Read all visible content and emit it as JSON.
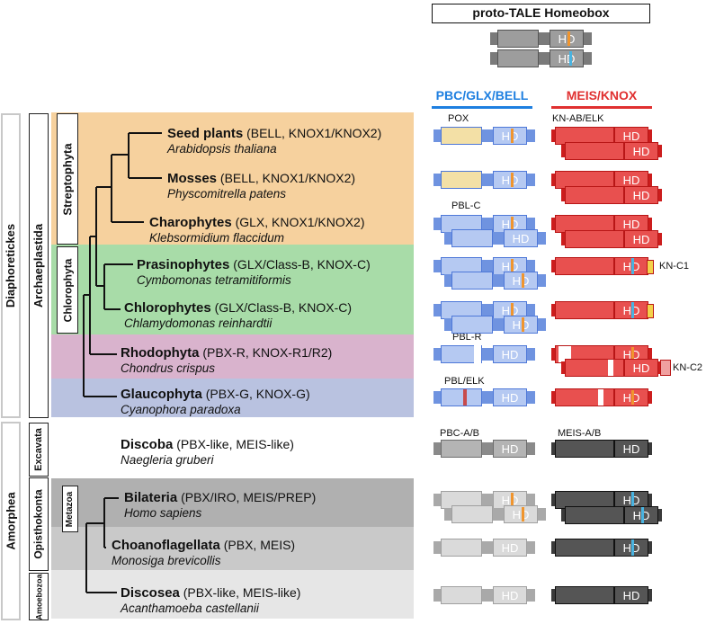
{
  "header": {
    "title": "proto-TALE Homeobox"
  },
  "columns": {
    "left": "PBC/GLX/BELL",
    "right": "MEIS/KNOX"
  },
  "colors": {
    "streptophyta": "#f6d19e",
    "chlorophyta": "#a8dca8",
    "rhodophyta": "#d9b3cd",
    "glaucophyta": "#b9c2e0",
    "bilateria": "#b0b0b0",
    "choano": "#c9c9c9",
    "discosea": "#e6e6e6",
    "pbc_blue": "#1e7fe0",
    "meis_red": "#e03030"
  },
  "supergroups": {
    "diaphoretickes": "Diaphoretickes",
    "amorphea": "Amorphea"
  },
  "groups": {
    "archaeplastida": "Archaeplastida",
    "excavata": "Excavata",
    "opisthokonta": "Opisthokonta",
    "amoebozoa": "Amoebozoa",
    "streptophyta": "Streptophyta",
    "chlorophyta": "Chlorophyta",
    "metazoa": "Metazoa"
  },
  "taxa": [
    {
      "name": "Seed plants",
      "genes": " (BELL, KNOX1/KNOX2)",
      "species": "Arabidopsis thaliana"
    },
    {
      "name": "Mosses",
      "genes": " (BELL, KNOX1/KNOX2)",
      "species": "Physcomitrella patens"
    },
    {
      "name": "Charophytes",
      "genes": " (GLX, KNOX1/KNOX2)",
      "species": "Klebsormidium flaccidum"
    },
    {
      "name": "Prasinophytes",
      "genes": " (GLX/Class-B, KNOX-C)",
      "species": "Cymbomonas tetramitiformis"
    },
    {
      "name": "Chlorophytes",
      "genes": " (GLX/Class-B, KNOX-C)",
      "species": "Chlamydomonas reinhardtii"
    },
    {
      "name": "Rhodophyta",
      "genes": " (PBX-R, KNOX-R1/R2)",
      "species": "Chondrus crispus"
    },
    {
      "name": "Glaucophyta",
      "genes": " (PBX-G, KNOX-G)",
      "species": "Cyanophora paradoxa"
    },
    {
      "name": "Discoba",
      "genes": " (PBX-like, MEIS-like)",
      "species": "Naegleria gruberi"
    },
    {
      "name": "Bilateria",
      "genes": " (PBX/IRO, MEIS/PREP)",
      "species": "Homo sapiens"
    },
    {
      "name": "Choanoflagellata",
      "genes": " (PBX, MEIS)",
      "species": "Monosiga brevicollis"
    },
    {
      "name": "Discosea",
      "genes": " (PBX-like, MEIS-like)",
      "species": "Acanthamoeba castellanii"
    }
  ],
  "domain_labels": {
    "pox": "POX",
    "kn_ab_elk": "KN-AB/ELK",
    "pbl_c": "PBL-C",
    "kn_c1": "KN-C1",
    "pbl_r": "PBL-R",
    "kn_c2": "KN-C2",
    "pbl_elk": "PBL/ELK",
    "pbc_ab": "PBC-A/B",
    "meis_ab": "MEIS-A/B",
    "hd": "HD"
  }
}
